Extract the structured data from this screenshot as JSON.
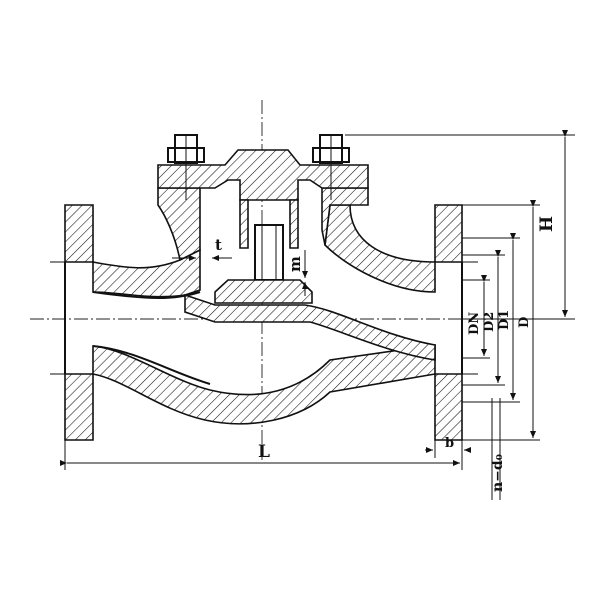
{
  "diagram": {
    "labels": {
      "H": "H",
      "t": "t",
      "m": "m",
      "L": "L",
      "b": "b",
      "DN": "DN",
      "D2": "D2",
      "D1": "D1",
      "D": "D",
      "n_d0": "n−d₀"
    },
    "colors": {
      "line": "#111111",
      "background": "#ffffff"
    }
  }
}
